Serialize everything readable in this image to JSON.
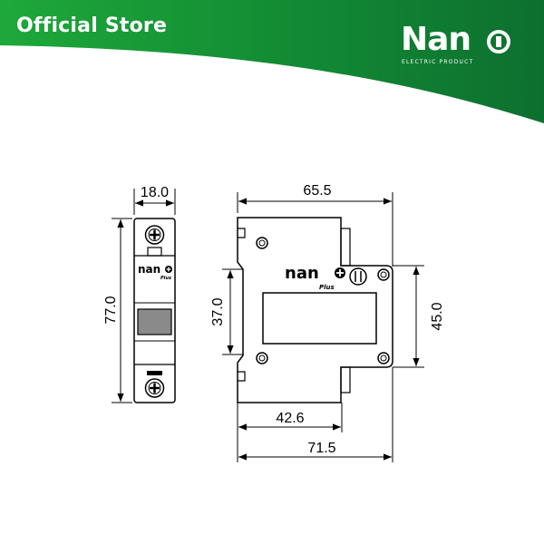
{
  "header": {
    "store_label": "Official Store",
    "brand_name": "Nan",
    "brand_tagline": "ELECTRIC PRODUCT"
  },
  "colors": {
    "banner_dark": "#0d6f2f",
    "banner_light": "#1ea83a",
    "text_on_banner": "#ffffff",
    "line": "#000000"
  },
  "front_view": {
    "width_dim": "18.0",
    "height_dim": "77.0",
    "logo": "nan",
    "logo_sub": "Plus"
  },
  "side_view": {
    "overall_dim": "65.5",
    "window_height_dim": "37.0",
    "body_height_dim": "45.0",
    "rail_dim": "42.6",
    "depth_dim": "71.5",
    "logo": "nan",
    "logo_sub": "Plus"
  }
}
